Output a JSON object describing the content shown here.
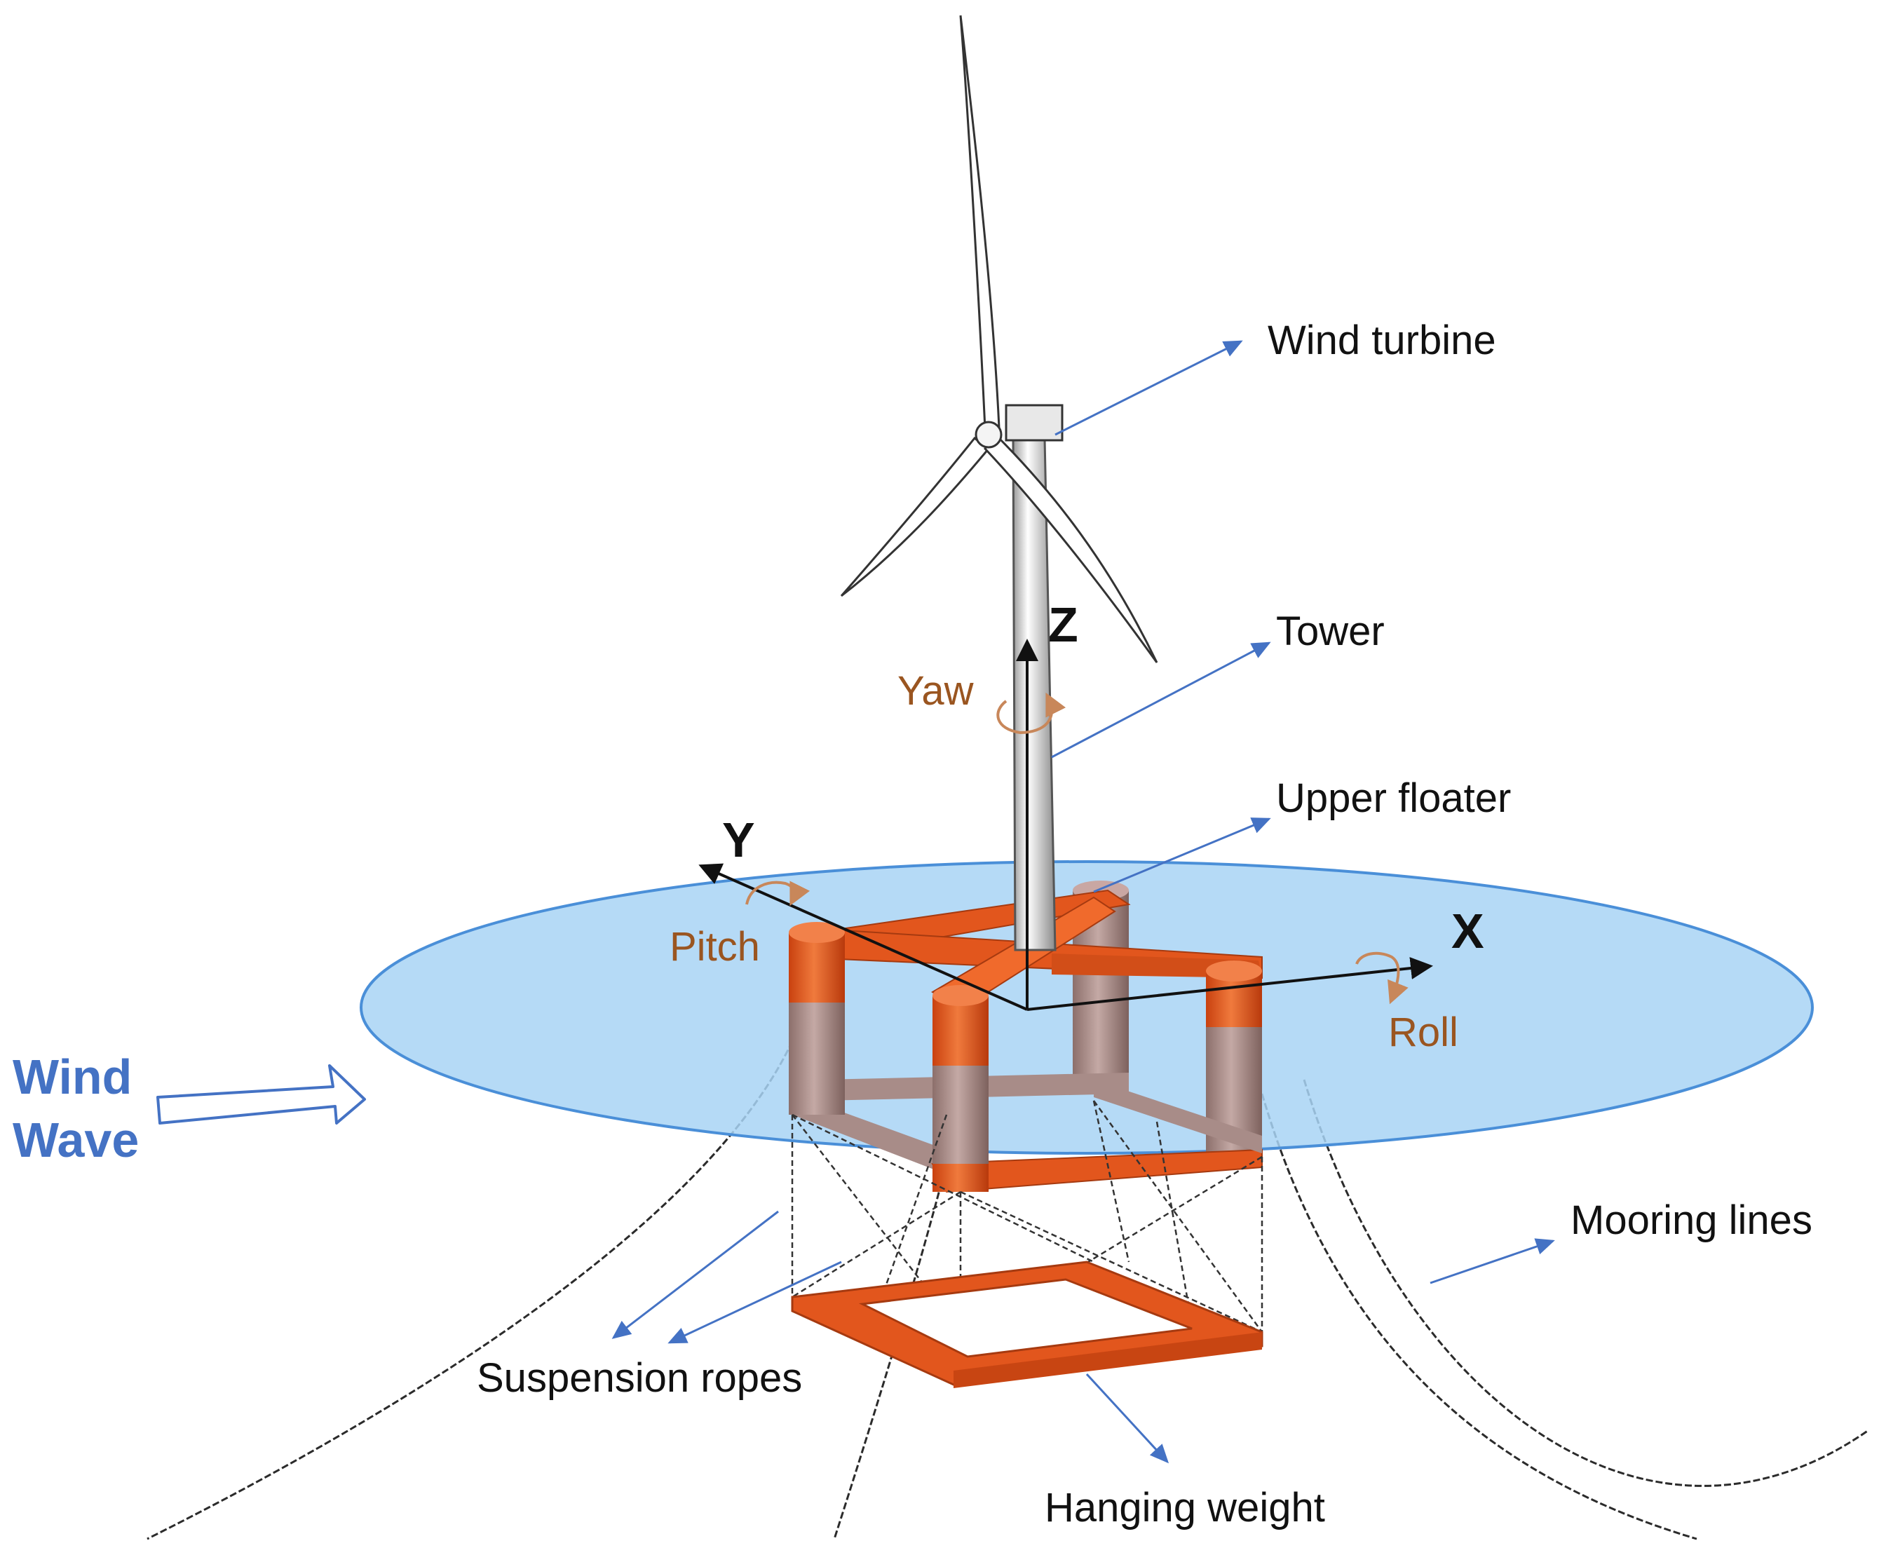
{
  "labels": {
    "wind_turbine": "Wind turbine",
    "tower": "Tower",
    "upper_floater": "Upper floater",
    "mooring_lines": "Mooring lines",
    "suspension_ropes": "Suspension ropes",
    "hanging_weight": "Hanging weight"
  },
  "axes": {
    "x": "X",
    "y": "Y",
    "z": "Z"
  },
  "motions": {
    "yaw": "Yaw",
    "pitch": "Pitch",
    "roll": "Roll"
  },
  "flow": {
    "wind": "Wind",
    "wave": "Wave"
  },
  "colors": {
    "sea_fill": "#a8d4f5",
    "sea_edge": "#4a8fd8",
    "floater_orange": "#e2561d",
    "column_grey": "#a88c88",
    "leader_blue": "#4472c4",
    "motion_brown": "#9a5520",
    "flow_blue": "#4472c4"
  }
}
